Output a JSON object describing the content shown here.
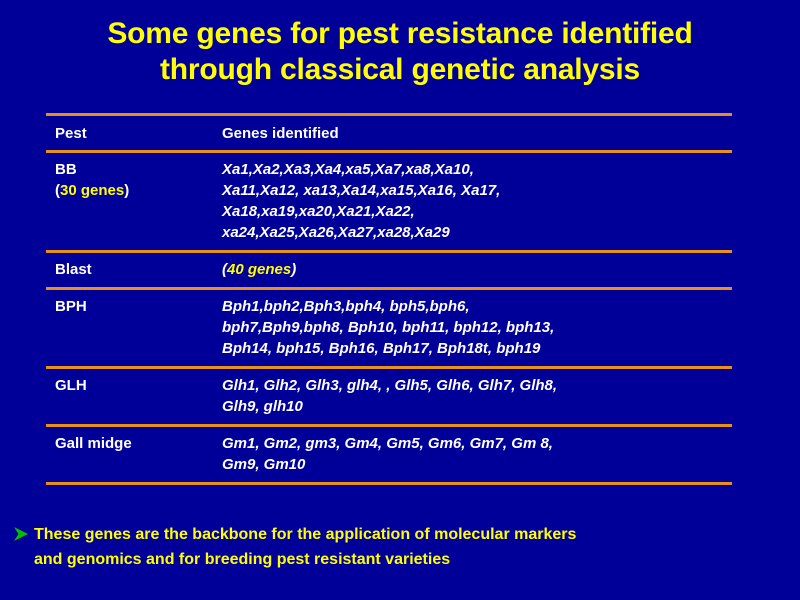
{
  "slide": {
    "background_color": "#000099",
    "title": "Some genes for pest resistance identified\nthrough classical genetic analysis",
    "title_color": "#FFFF00",
    "rule_color": "#E8901A"
  },
  "table": {
    "headers": {
      "pest": "Pest",
      "genes": "Genes identified"
    },
    "rows": [
      {
        "pest": "BB",
        "pest_note_open": "(",
        "pest_note": "30 genes",
        "pest_note_close": ")",
        "genes": "Xa1,Xa2,Xa3,Xa4,xa5,Xa7,xa8,Xa10,\nXa11,Xa12, xa13,Xa14,xa15,Xa16,  Xa17,\nXa18,xa19,xa20,Xa21,Xa22,\nxa24,Xa25,Xa26,Xa27,xa28,Xa29"
      },
      {
        "pest": "Blast",
        "genes_note_open": "(",
        "genes_note": "40 genes",
        "genes_note_close": ")"
      },
      {
        "pest": "BPH",
        "genes": "Bph1,bph2,Bph3,bph4, bph5,bph6,\nbph7,Bph9,bph8, Bph10, bph11, bph12, bph13,\nBph14, bph15, Bph16, Bph17, Bph18t, bph19"
      },
      {
        "pest": "GLH",
        "genes": "Glh1, Glh2, Glh3, glh4, , Glh5, Glh6, Glh7, Glh8,\nGlh9, glh10"
      },
      {
        "pest": "Gall midge",
        "genes": "Gm1, Gm2, gm3, Gm4, Gm5, Gm6, Gm7, Gm 8,\nGm9, Gm10"
      }
    ]
  },
  "footer": {
    "bullet_icon": "green-arrowhead-bullet-icon",
    "bullet_color": "#00C000",
    "text": "These genes are the backbone for the application of molecular markers\nand genomics and for breeding pest resistant varieties",
    "text_color": "#FFFF00"
  }
}
